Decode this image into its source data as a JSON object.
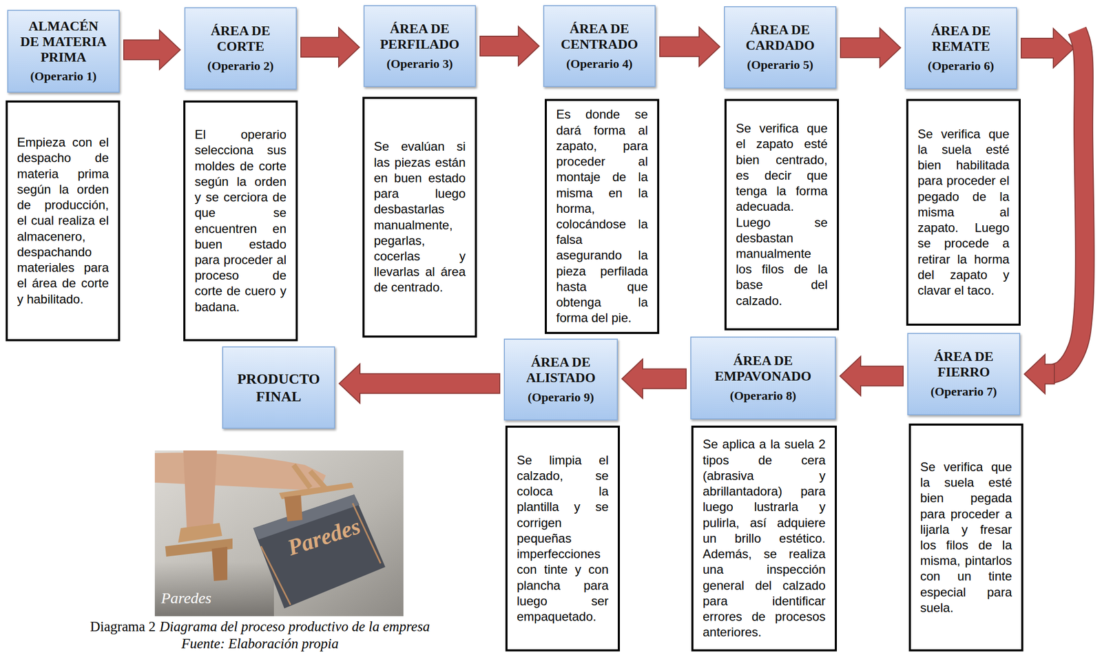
{
  "diagram": {
    "caption": "Diagrama del proceso productivo de la empresa",
    "nodes": [
      {
        "text": [
          "ALMACÉN DE MATERIA PRIMA",
          "(Operario 1)"
        ]
      },
      {
        "text": [
          "Empieza con el despacho de materia prima según la orden de producción, el cual realiza el almacenero, despachando materiales para el área de corte y habilitado."
        ]
      },
      {
        "text": [
          "ÁREA DE CORTE",
          "(Operario 2)"
        ]
      },
      {
        "text": [
          "El operario selecciona sus moldes de corte según la orden y se cerciora de que se encuentren en buen estado para proceder al proceso de corte de cuero y badana."
        ]
      },
      {
        "text": [
          "ÁREA DE PERFILADO",
          "(Operario 3)"
        ]
      },
      {
        "text": [
          "Se evalúan si las piezas están en buen estado para luego desbastarlas manualmente, pegarlas, cocerlas y llevarlas al área de centrado."
        ]
      },
      {
        "text": [
          "ÁREA DE CENTRADO",
          "(Operario 4)"
        ]
      },
      {
        "text": [
          "Es donde se dará forma al zapato, para proceder al montaje de la misma en la horma, colocándose la falsa asegurando la pieza perfilada hasta que obtenga la forma del pie."
        ]
      },
      {
        "text": [
          "ÁREA DE CARDADO",
          "(Operario 5)"
        ]
      },
      {
        "text": [
          "Se verifica que el zapato esté bien centrado, es decir que tenga la forma adecuada. Luego se desbastan manualmente los filos de la base del calzado."
        ]
      },
      {
        "text": [
          "ÁREA DE REMATE",
          "(Operario 6)"
        ]
      },
      {
        "text": [
          "Se verifica que la suela esté bien habilitada para proceder el pegado de la misma al zapato. Luego se procede a retirar la horma del zapato y clavar el taco."
        ]
      },
      {
        "text": [
          "ÁREA DE FIERRO",
          "(Operario 7)"
        ]
      },
      {
        "text": [
          "Se verifica que la suela esté bien pegada para proceder a lijarla y fresar los filos de la misma, pintarlos con un tinte especial para suela."
        ]
      },
      {
        "text": [
          "ÁREA DE EMPAVONADO",
          "(Operario 8)"
        ]
      },
      {
        "text": [
          "Se aplica a la suela 2 tipos de cera (abrasiva y abrillantadora) para luego lustrarla y pulirla, así adquiere un brillo estético. Además, se realiza una inspección general del calzado para identificar errores de procesos anteriores."
        ]
      },
      {
        "text": [
          "ÁREA DE ALISTADO",
          "(Operario 9)"
        ]
      },
      {
        "text": [
          "Se limpia el calzado, se coloca la plantilla y se corrigen pequeñas imperfecciones con tinte y con plancha para luego ser empaquetado."
        ]
      },
      {
        "text": [
          "PRODUCTO FINAL"
        ]
      }
    ],
    "edges": [
      {
        "from": 0,
        "to": 2,
        "arrow": "to"
      },
      {
        "from": 2,
        "to": 4,
        "arrow": "to"
      },
      {
        "from": 4,
        "to": 6,
        "arrow": "to"
      },
      {
        "from": 6,
        "to": 8,
        "arrow": "to"
      },
      {
        "from": 8,
        "to": 10,
        "arrow": "to"
      },
      {
        "from": 10,
        "to": 12,
        "arrow": "to"
      },
      {
        "from": 12,
        "to": 14,
        "arrow": "to"
      },
      {
        "from": 14,
        "to": 16,
        "arrow": "to"
      },
      {
        "from": 16,
        "to": 18,
        "arrow": "to"
      }
    ],
    "labels": [
      "Paredes",
      "Paredes",
      "Diagrama 2",
      "Fuente: Elaboración propia"
    ]
  }
}
